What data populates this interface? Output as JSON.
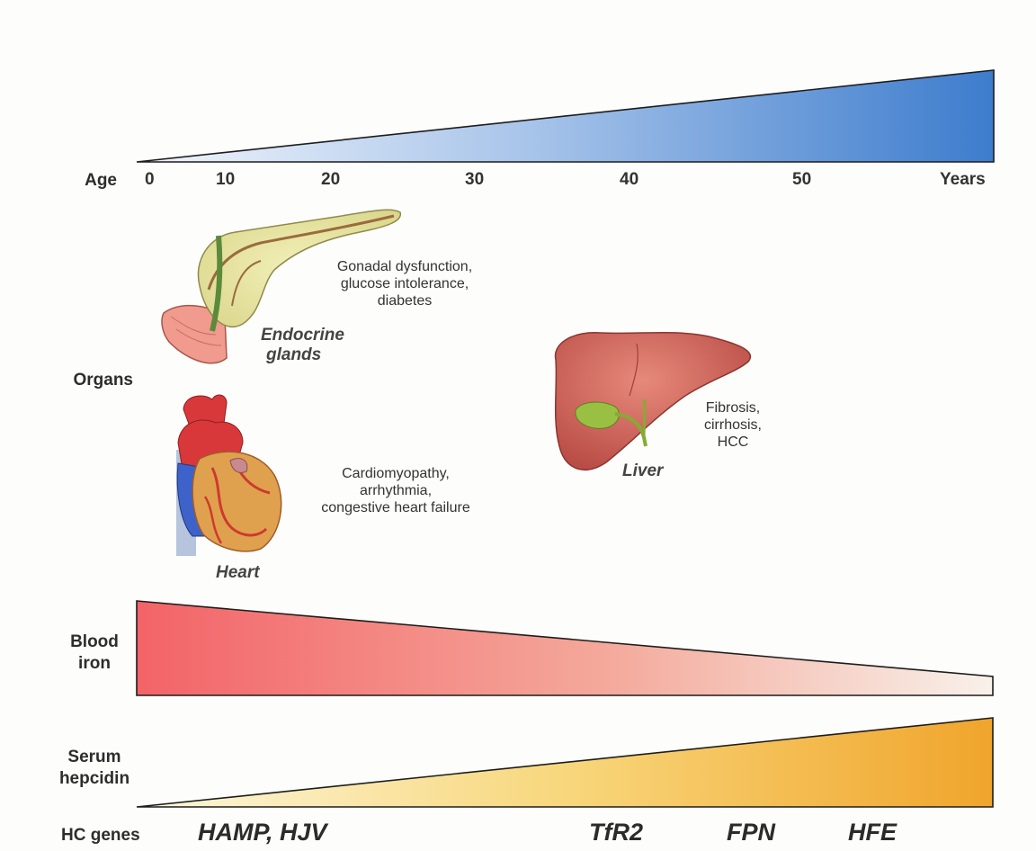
{
  "rows": {
    "age": "Age",
    "organs": "Organs",
    "blood_iron": [
      "Blood",
      "iron"
    ],
    "serum_hepcidin": [
      "Serum",
      "hepcidin"
    ],
    "hc_genes": "HC genes"
  },
  "age_ticks": [
    "0",
    "10",
    "20",
    "30",
    "40",
    "50",
    "Years"
  ],
  "organs": {
    "endocrine": {
      "name": [
        "Endocrine",
        "glands"
      ],
      "effects": [
        "Gonadal dysfunction,",
        "glucose intolerance,",
        "diabetes"
      ]
    },
    "heart": {
      "name": "Heart",
      "effects": [
        "Cardiomyopathy,",
        "arrhythmia,",
        "congestive heart failure"
      ]
    },
    "liver": {
      "name": "Liver",
      "effects": [
        "Fibrosis,",
        "cirrhosis,",
        "HCC"
      ]
    }
  },
  "genes": [
    "HAMP, HJV",
    "TfR2",
    "FPN",
    "HFE"
  ],
  "colors": {
    "age_gradient": [
      "#eef3fb",
      "#3f7fcf"
    ],
    "blood_iron_gradient": [
      "#f46a6e",
      "#f7efe7"
    ],
    "hepcidin_gradient": [
      "#fbf3cc",
      "#f0a92e"
    ]
  }
}
